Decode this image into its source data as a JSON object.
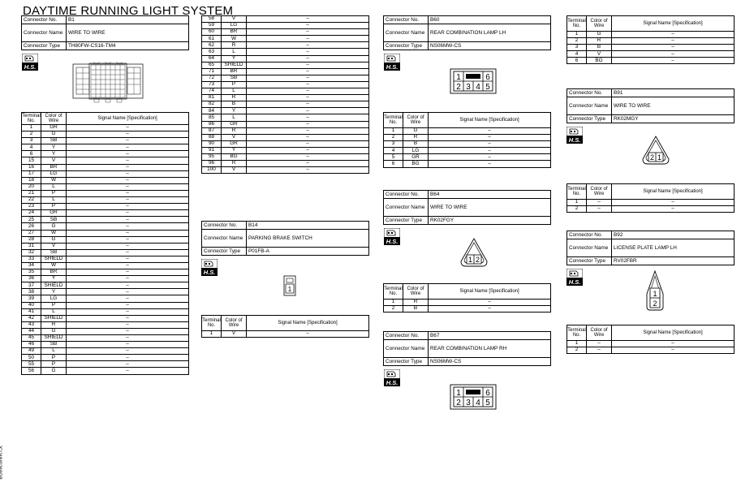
{
  "title": "DAYTIME RUNNING LIGHT SYSTEM",
  "side_id": "JCLWM0268GB",
  "labels": {
    "connector_no": "Connector No.",
    "connector_name": "Connector Name",
    "connector_type": "Connector Type",
    "hs": "H.S.",
    "terminal_no": "Terminal No.",
    "color_of_wire": "Color of Wire",
    "signal_name": "Signal Name [Specification]"
  },
  "connectors": {
    "b1": {
      "no": "B1",
      "name": "WIRE TO WIRE",
      "type": "TH80FW-CS16-TM4"
    },
    "b14": {
      "no": "B14",
      "name": "PARKING BRAKE SWITCH",
      "type": "P01FB-A"
    },
    "b60": {
      "no": "B60",
      "name": "REAR COMBINATION LAMP LH",
      "type": "NS06MW-CS"
    },
    "b64": {
      "no": "B64",
      "name": "WIRE TO WIRE",
      "type": "RK02FGY"
    },
    "b67": {
      "no": "B67",
      "name": "REAR COMBINATION LAMP RH",
      "type": "NS06MW-CS"
    },
    "b91": {
      "no": "B91",
      "name": "WIRE TO WIRE",
      "type": "RK02MGY"
    },
    "b92": {
      "no": "B92",
      "name": "LICENSE PLATE LAMP LH",
      "type": "RV02FBR"
    }
  },
  "tables": {
    "b1_part1": [
      [
        "1",
        "GR",
        "–"
      ],
      [
        "2",
        "G",
        "–"
      ],
      [
        "3",
        "SB",
        "–"
      ],
      [
        "4",
        "Y",
        "–"
      ],
      [
        "6",
        "Y",
        "–"
      ],
      [
        "15",
        "V",
        "–"
      ],
      [
        "16",
        "BR",
        "–"
      ],
      [
        "17",
        "LG",
        "–"
      ],
      [
        "18",
        "W",
        "–"
      ],
      [
        "20",
        "L",
        "–"
      ],
      [
        "21",
        "P",
        "–"
      ],
      [
        "22",
        "L",
        "–"
      ],
      [
        "23",
        "P",
        "–"
      ],
      [
        "24",
        "GR",
        "–"
      ],
      [
        "25",
        "SB",
        "–"
      ],
      [
        "26",
        "G",
        "–"
      ],
      [
        "27",
        "W",
        "–"
      ],
      [
        "28",
        "G",
        "–"
      ],
      [
        "31",
        "V",
        "–"
      ],
      [
        "32",
        "SB",
        "–"
      ],
      [
        "33",
        "SHIELD",
        "–"
      ],
      [
        "34",
        "W",
        "–"
      ],
      [
        "35",
        "BR",
        "–"
      ],
      [
        "36",
        "Y",
        "–"
      ],
      [
        "37",
        "SHIELD",
        "–"
      ],
      [
        "38",
        "Y",
        "–"
      ],
      [
        "39",
        "LG",
        "–"
      ],
      [
        "40",
        "P",
        "–"
      ],
      [
        "41",
        "L",
        "–"
      ],
      [
        "42",
        "SHIELD",
        "–"
      ],
      [
        "43",
        "R",
        "–"
      ],
      [
        "44",
        "G",
        "–"
      ],
      [
        "45",
        "SHIELD",
        "–"
      ],
      [
        "46",
        "SB",
        "–"
      ],
      [
        "49",
        "L",
        "–"
      ],
      [
        "50",
        "P",
        "–"
      ],
      [
        "55",
        "P",
        "–"
      ],
      [
        "56",
        "G",
        "–"
      ]
    ],
    "b1_part2": [
      [
        "58",
        "V",
        "–"
      ],
      [
        "59",
        "LG",
        "–"
      ],
      [
        "60",
        "BR",
        "–"
      ],
      [
        "61",
        "W",
        "–"
      ],
      [
        "62",
        "R",
        "–"
      ],
      [
        "63",
        "L",
        "–"
      ],
      [
        "64",
        "Y",
        "–"
      ],
      [
        "65",
        "SHIELD",
        "–"
      ],
      [
        "71",
        "BR",
        "–"
      ],
      [
        "72",
        "SB",
        "–"
      ],
      [
        "73",
        "P",
        "–"
      ],
      [
        "74",
        "L",
        "–"
      ],
      [
        "81",
        "R",
        "–"
      ],
      [
        "82",
        "B",
        "–"
      ],
      [
        "84",
        "Y",
        "–"
      ],
      [
        "85",
        "L",
        "–"
      ],
      [
        "86",
        "GR",
        "–"
      ],
      [
        "87",
        "R",
        "–"
      ],
      [
        "88",
        "V",
        "–"
      ],
      [
        "90",
        "GR",
        "–"
      ],
      [
        "91",
        "Y",
        "–"
      ],
      [
        "95",
        "BG",
        "–"
      ],
      [
        "96",
        "R",
        "–"
      ],
      [
        "100",
        "V",
        "–"
      ]
    ],
    "b14": [
      [
        "1",
        "V",
        "–"
      ]
    ],
    "b60": [
      [
        "1",
        "G",
        "–"
      ],
      [
        "2",
        "R",
        "–"
      ],
      [
        "3",
        "B",
        "–"
      ],
      [
        "4",
        "LG",
        "–"
      ],
      [
        "5",
        "GR",
        "–"
      ],
      [
        "6",
        "BG",
        "–"
      ]
    ],
    "b64": [
      [
        "1",
        "R",
        "–"
      ],
      [
        "2",
        "B",
        "–"
      ]
    ],
    "b67": [
      [
        "1",
        "G",
        "–"
      ],
      [
        "2",
        "R",
        "–"
      ],
      [
        "3",
        "B",
        "–"
      ],
      [
        "4",
        "V",
        "–"
      ],
      [
        "6",
        "BG",
        "–"
      ]
    ],
    "b91": [
      [
        "1",
        "–",
        "–"
      ],
      [
        "2",
        "–",
        "–"
      ]
    ],
    "b92": [
      [
        "1",
        "–",
        "–"
      ],
      [
        "2",
        "–",
        "–"
      ]
    ]
  },
  "pins": {
    "b14": [
      "1"
    ],
    "b60_top": [
      "1",
      "6"
    ],
    "b60_bottom": [
      "2",
      "3",
      "4",
      "5"
    ],
    "b64": [
      "1",
      "2"
    ],
    "b67_top": [
      "1",
      "6"
    ],
    "b67_bottom": [
      "2",
      "3",
      "4",
      "5"
    ],
    "b91": [
      "2",
      "1"
    ],
    "b92": [
      "1",
      "2"
    ]
  }
}
